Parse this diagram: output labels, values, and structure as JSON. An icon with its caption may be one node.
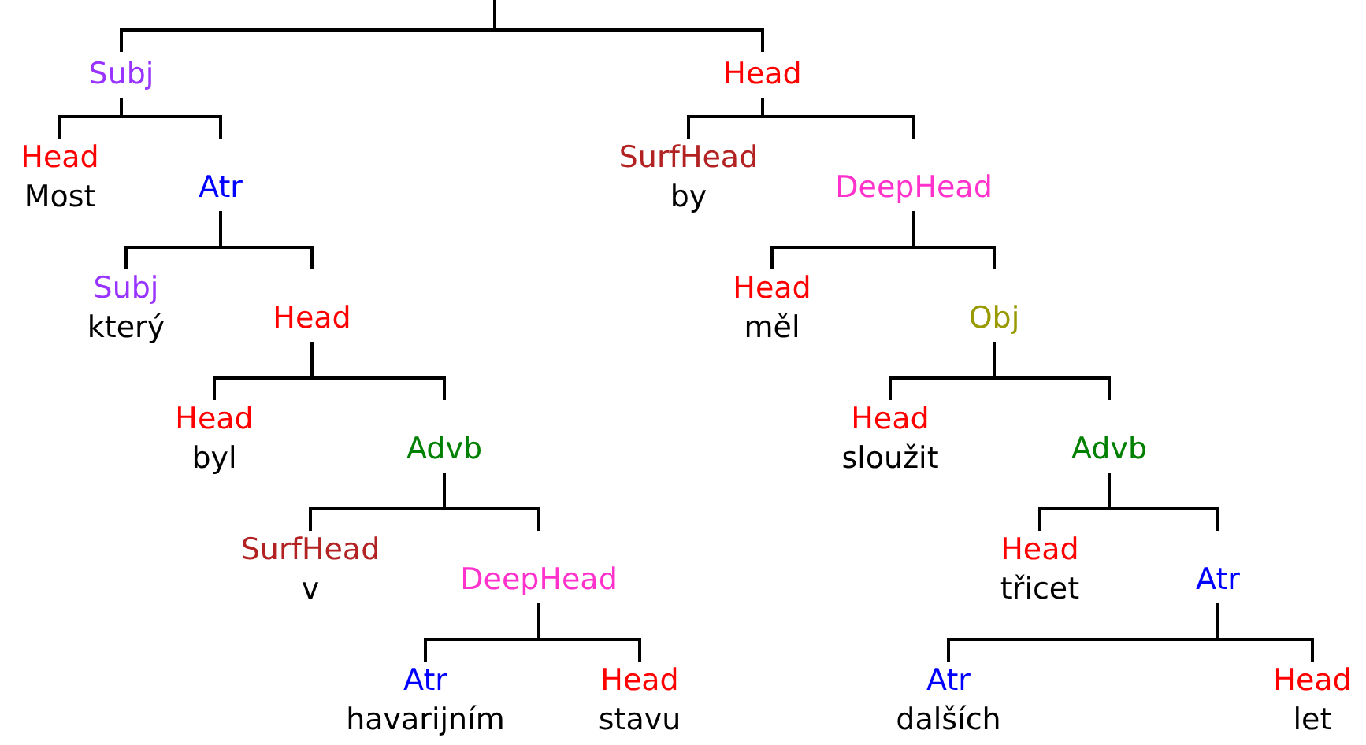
{
  "diagram": {
    "nodes": [
      {
        "text": [
          "Subj"
        ]
      },
      {
        "text": [
          "Head",
          "Most"
        ]
      },
      {
        "text": [
          "Atr"
        ]
      },
      {
        "text": [
          "Subj",
          "který"
        ]
      },
      {
        "text": [
          "Head"
        ]
      },
      {
        "text": [
          "Head",
          "byl"
        ]
      },
      {
        "text": [
          "Advb"
        ]
      },
      {
        "text": [
          "SurfHead",
          "v"
        ]
      },
      {
        "text": [
          "DeepHead"
        ]
      },
      {
        "text": [
          "Atr",
          "havarijním"
        ]
      },
      {
        "text": [
          "Head",
          "stavu"
        ]
      },
      {
        "text": [
          "Head"
        ]
      },
      {
        "text": [
          "SurfHead",
          "by"
        ]
      },
      {
        "text": [
          "DeepHead"
        ]
      },
      {
        "text": [
          "Head",
          "měl"
        ]
      },
      {
        "text": [
          "Obj"
        ]
      },
      {
        "text": [
          "Head",
          "sloužit"
        ]
      },
      {
        "text": [
          "Advb"
        ]
      },
      {
        "text": [
          "Head",
          "třicet"
        ]
      },
      {
        "text": [
          "Atr"
        ]
      },
      {
        "text": [
          "Atr",
          "dalších"
        ]
      },
      {
        "text": [
          "Head",
          "let"
        ]
      }
    ],
    "edges": [
      {
        "from": null,
        "to": 0,
        "arrow": "none"
      },
      {
        "from": null,
        "to": 11,
        "arrow": "none"
      },
      {
        "from": 0,
        "to": 1,
        "arrow": "none"
      },
      {
        "from": 0,
        "to": 2,
        "arrow": "none"
      },
      {
        "from": 2,
        "to": 3,
        "arrow": "none"
      },
      {
        "from": 2,
        "to": 4,
        "arrow": "none"
      },
      {
        "from": 4,
        "to": 5,
        "arrow": "none"
      },
      {
        "from": 4,
        "to": 6,
        "arrow": "none"
      },
      {
        "from": 6,
        "to": 7,
        "arrow": "none"
      },
      {
        "from": 6,
        "to": 8,
        "arrow": "none"
      },
      {
        "from": 8,
        "to": 9,
        "arrow": "none"
      },
      {
        "from": 8,
        "to": 10,
        "arrow": "none"
      },
      {
        "from": 11,
        "to": 12,
        "arrow": "none"
      },
      {
        "from": 11,
        "to": 13,
        "arrow": "none"
      },
      {
        "from": 13,
        "to": 14,
        "arrow": "none"
      },
      {
        "from": 13,
        "to": 15,
        "arrow": "none"
      },
      {
        "from": 15,
        "to": 16,
        "arrow": "none"
      },
      {
        "from": 15,
        "to": 17,
        "arrow": "none"
      },
      {
        "from": 17,
        "to": 18,
        "arrow": "none"
      },
      {
        "from": 17,
        "to": 19,
        "arrow": "none"
      },
      {
        "from": 19,
        "to": 20,
        "arrow": "none"
      },
      {
        "from": 19,
        "to": 21,
        "arrow": "none"
      }
    ]
  }
}
